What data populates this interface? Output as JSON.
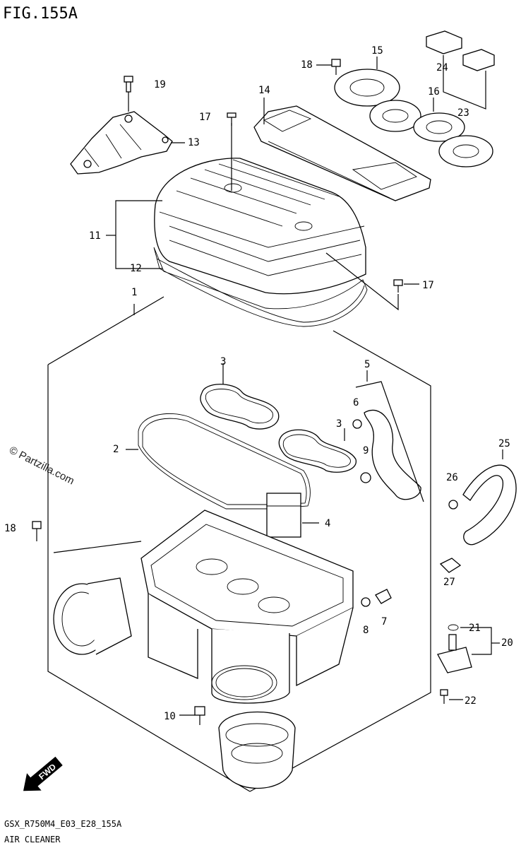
{
  "figure": {
    "title": "FIG.155A",
    "code": "GSX_R750M4_E03_E28_155A",
    "name": "AIR CLEANER"
  },
  "watermark": "© Partzilla.com",
  "direction_badge": "FWD",
  "callouts": [
    "1",
    "2",
    "3",
    "3",
    "4",
    "5",
    "6",
    "7",
    "8",
    "9",
    "10",
    "11",
    "12",
    "13",
    "14",
    "15",
    "16",
    "17",
    "17",
    "18",
    "18",
    "19",
    "20",
    "21",
    "22",
    "23",
    "24",
    "25",
    "26",
    "27"
  ]
}
